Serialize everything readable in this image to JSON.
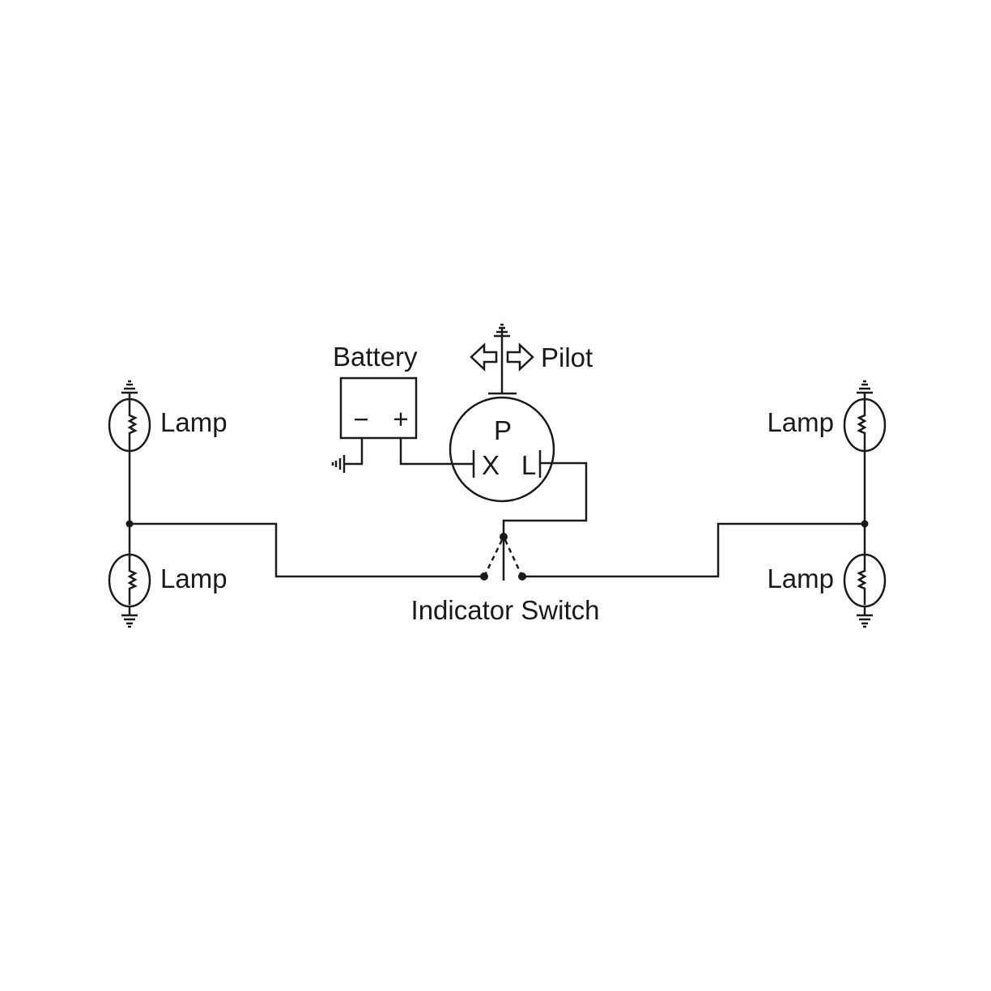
{
  "labels": {
    "battery": "Battery",
    "battery_minus": "−",
    "battery_plus": "+",
    "pilot": "Pilot",
    "terminal_p": "P",
    "terminal_x": "X",
    "terminal_l": "L",
    "lamp_left_top": "Lamp",
    "lamp_left_bottom": "Lamp",
    "lamp_right_top": "Lamp",
    "lamp_right_bottom": "Lamp",
    "indicator_switch": "Indicator Switch"
  },
  "colors": {
    "line": "#1a1a1a",
    "background": "#ffffff"
  }
}
